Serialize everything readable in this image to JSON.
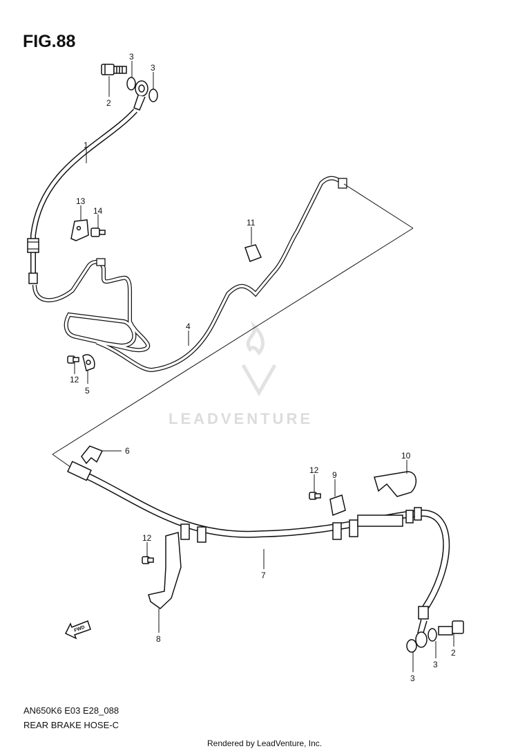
{
  "figure": {
    "title": "FIG.88",
    "code": "AN650K6 E03 E28_088",
    "subtitle": "REAR BRAKE HOSE-C",
    "credit": "Rendered by LeadVenture, Inc.",
    "watermark": "LEADVENTURE",
    "fwd_label": "FWD"
  },
  "callouts": [
    {
      "id": "c-3a",
      "label": "3"
    },
    {
      "id": "c-3b",
      "label": "3"
    },
    {
      "id": "c-2a",
      "label": "2"
    },
    {
      "id": "c-1",
      "label": "1"
    },
    {
      "id": "c-13",
      "label": "13"
    },
    {
      "id": "c-14",
      "label": "14"
    },
    {
      "id": "c-11",
      "label": "11"
    },
    {
      "id": "c-4",
      "label": "4"
    },
    {
      "id": "c-12a",
      "label": "12"
    },
    {
      "id": "c-5",
      "label": "5"
    },
    {
      "id": "c-6",
      "label": "6"
    },
    {
      "id": "c-10",
      "label": "10"
    },
    {
      "id": "c-12b",
      "label": "12"
    },
    {
      "id": "c-9",
      "label": "9"
    },
    {
      "id": "c-12c",
      "label": "12"
    },
    {
      "id": "c-7",
      "label": "7"
    },
    {
      "id": "c-8",
      "label": "8"
    },
    {
      "id": "c-2b",
      "label": "2"
    },
    {
      "id": "c-3c",
      "label": "3"
    },
    {
      "id": "c-3d",
      "label": "3"
    }
  ]
}
